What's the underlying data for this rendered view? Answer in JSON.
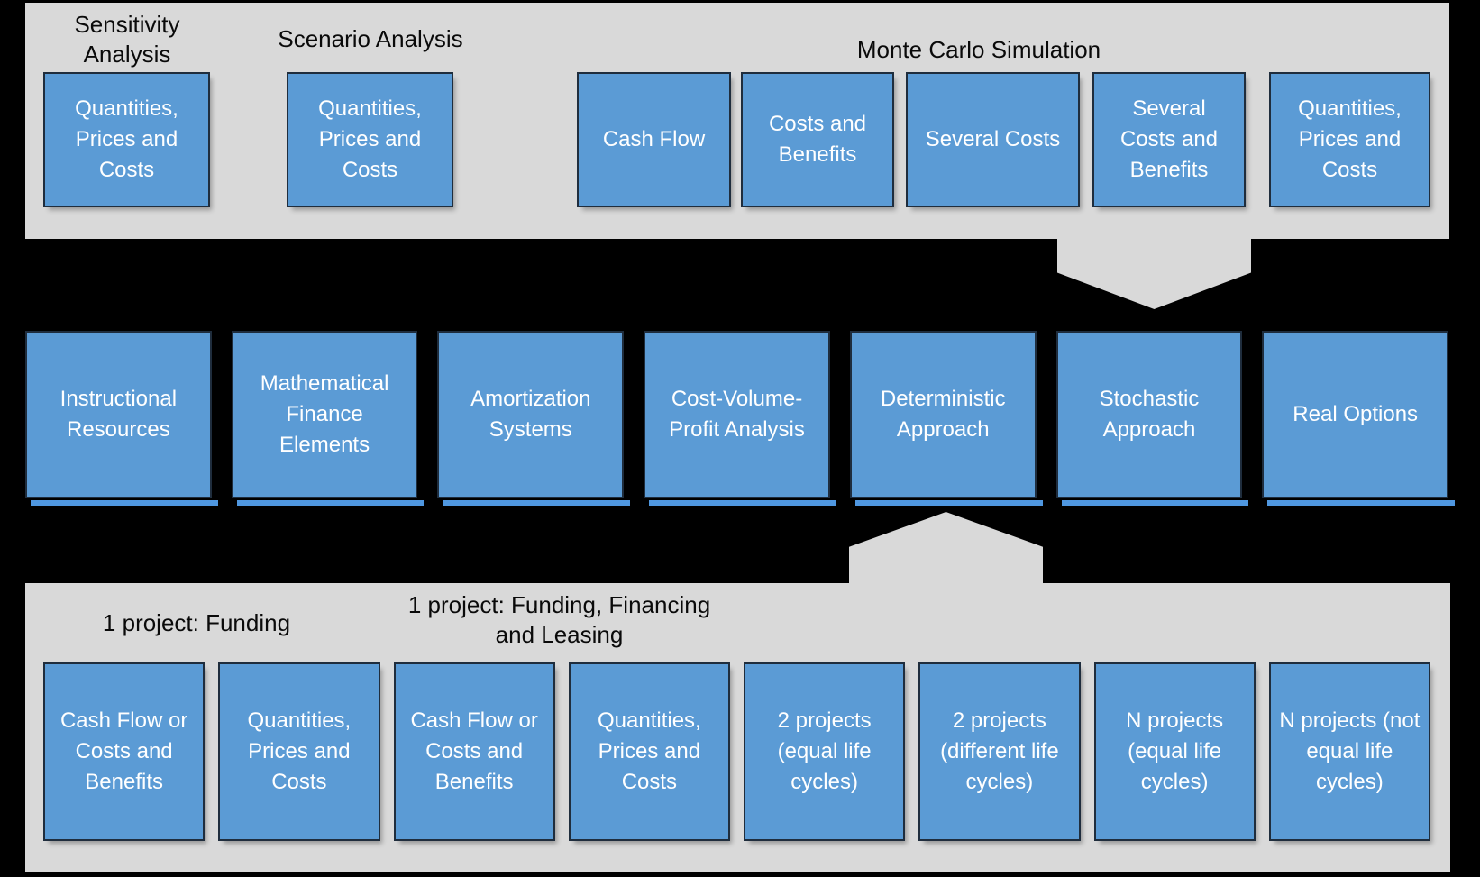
{
  "top_band": {
    "sensitivity_title": "Sensitivity Analysis",
    "scenario_title": "Scenario Analysis",
    "monte_carlo_title": "Monte Carlo Simulation",
    "boxes": [
      "Quantities, Prices and Costs",
      "Quantities, Prices and Costs",
      "Cash Flow",
      "Costs and Benefits",
      "Several Costs",
      "Several Costs and Benefits",
      "Quantities, Prices and Costs"
    ]
  },
  "middle_row": {
    "boxes": [
      "Instructional Resources",
      "Mathematical Finance Elements",
      "Amortization Systems",
      "Cost-Volume-Profit Analysis",
      "Deterministic Approach",
      "Stochastic Approach",
      "Real Options"
    ]
  },
  "bottom_band": {
    "funding_title": "1 project: Funding",
    "funding_financing_title": "1 project: Funding, Financing and Leasing",
    "boxes": [
      "Cash Flow or Costs and Benefits",
      "Quantities, Prices and Costs",
      "Cash Flow or Costs and Benefits",
      "Quantities, Prices and Costs",
      "2 projects (equal life cycles)",
      "2 projects (different life cycles)",
      "N projects (equal life cycles)",
      "N projects (not equal life cycles)"
    ]
  },
  "colors": {
    "page_background": "#000000",
    "band_background": "#d9d9d9",
    "box_fill": "#5b9bd5",
    "box_border": "#1f2d3d",
    "box_text": "#ffffff",
    "header_text": "#0a0a0a",
    "box_underline": "#4f97e0"
  }
}
